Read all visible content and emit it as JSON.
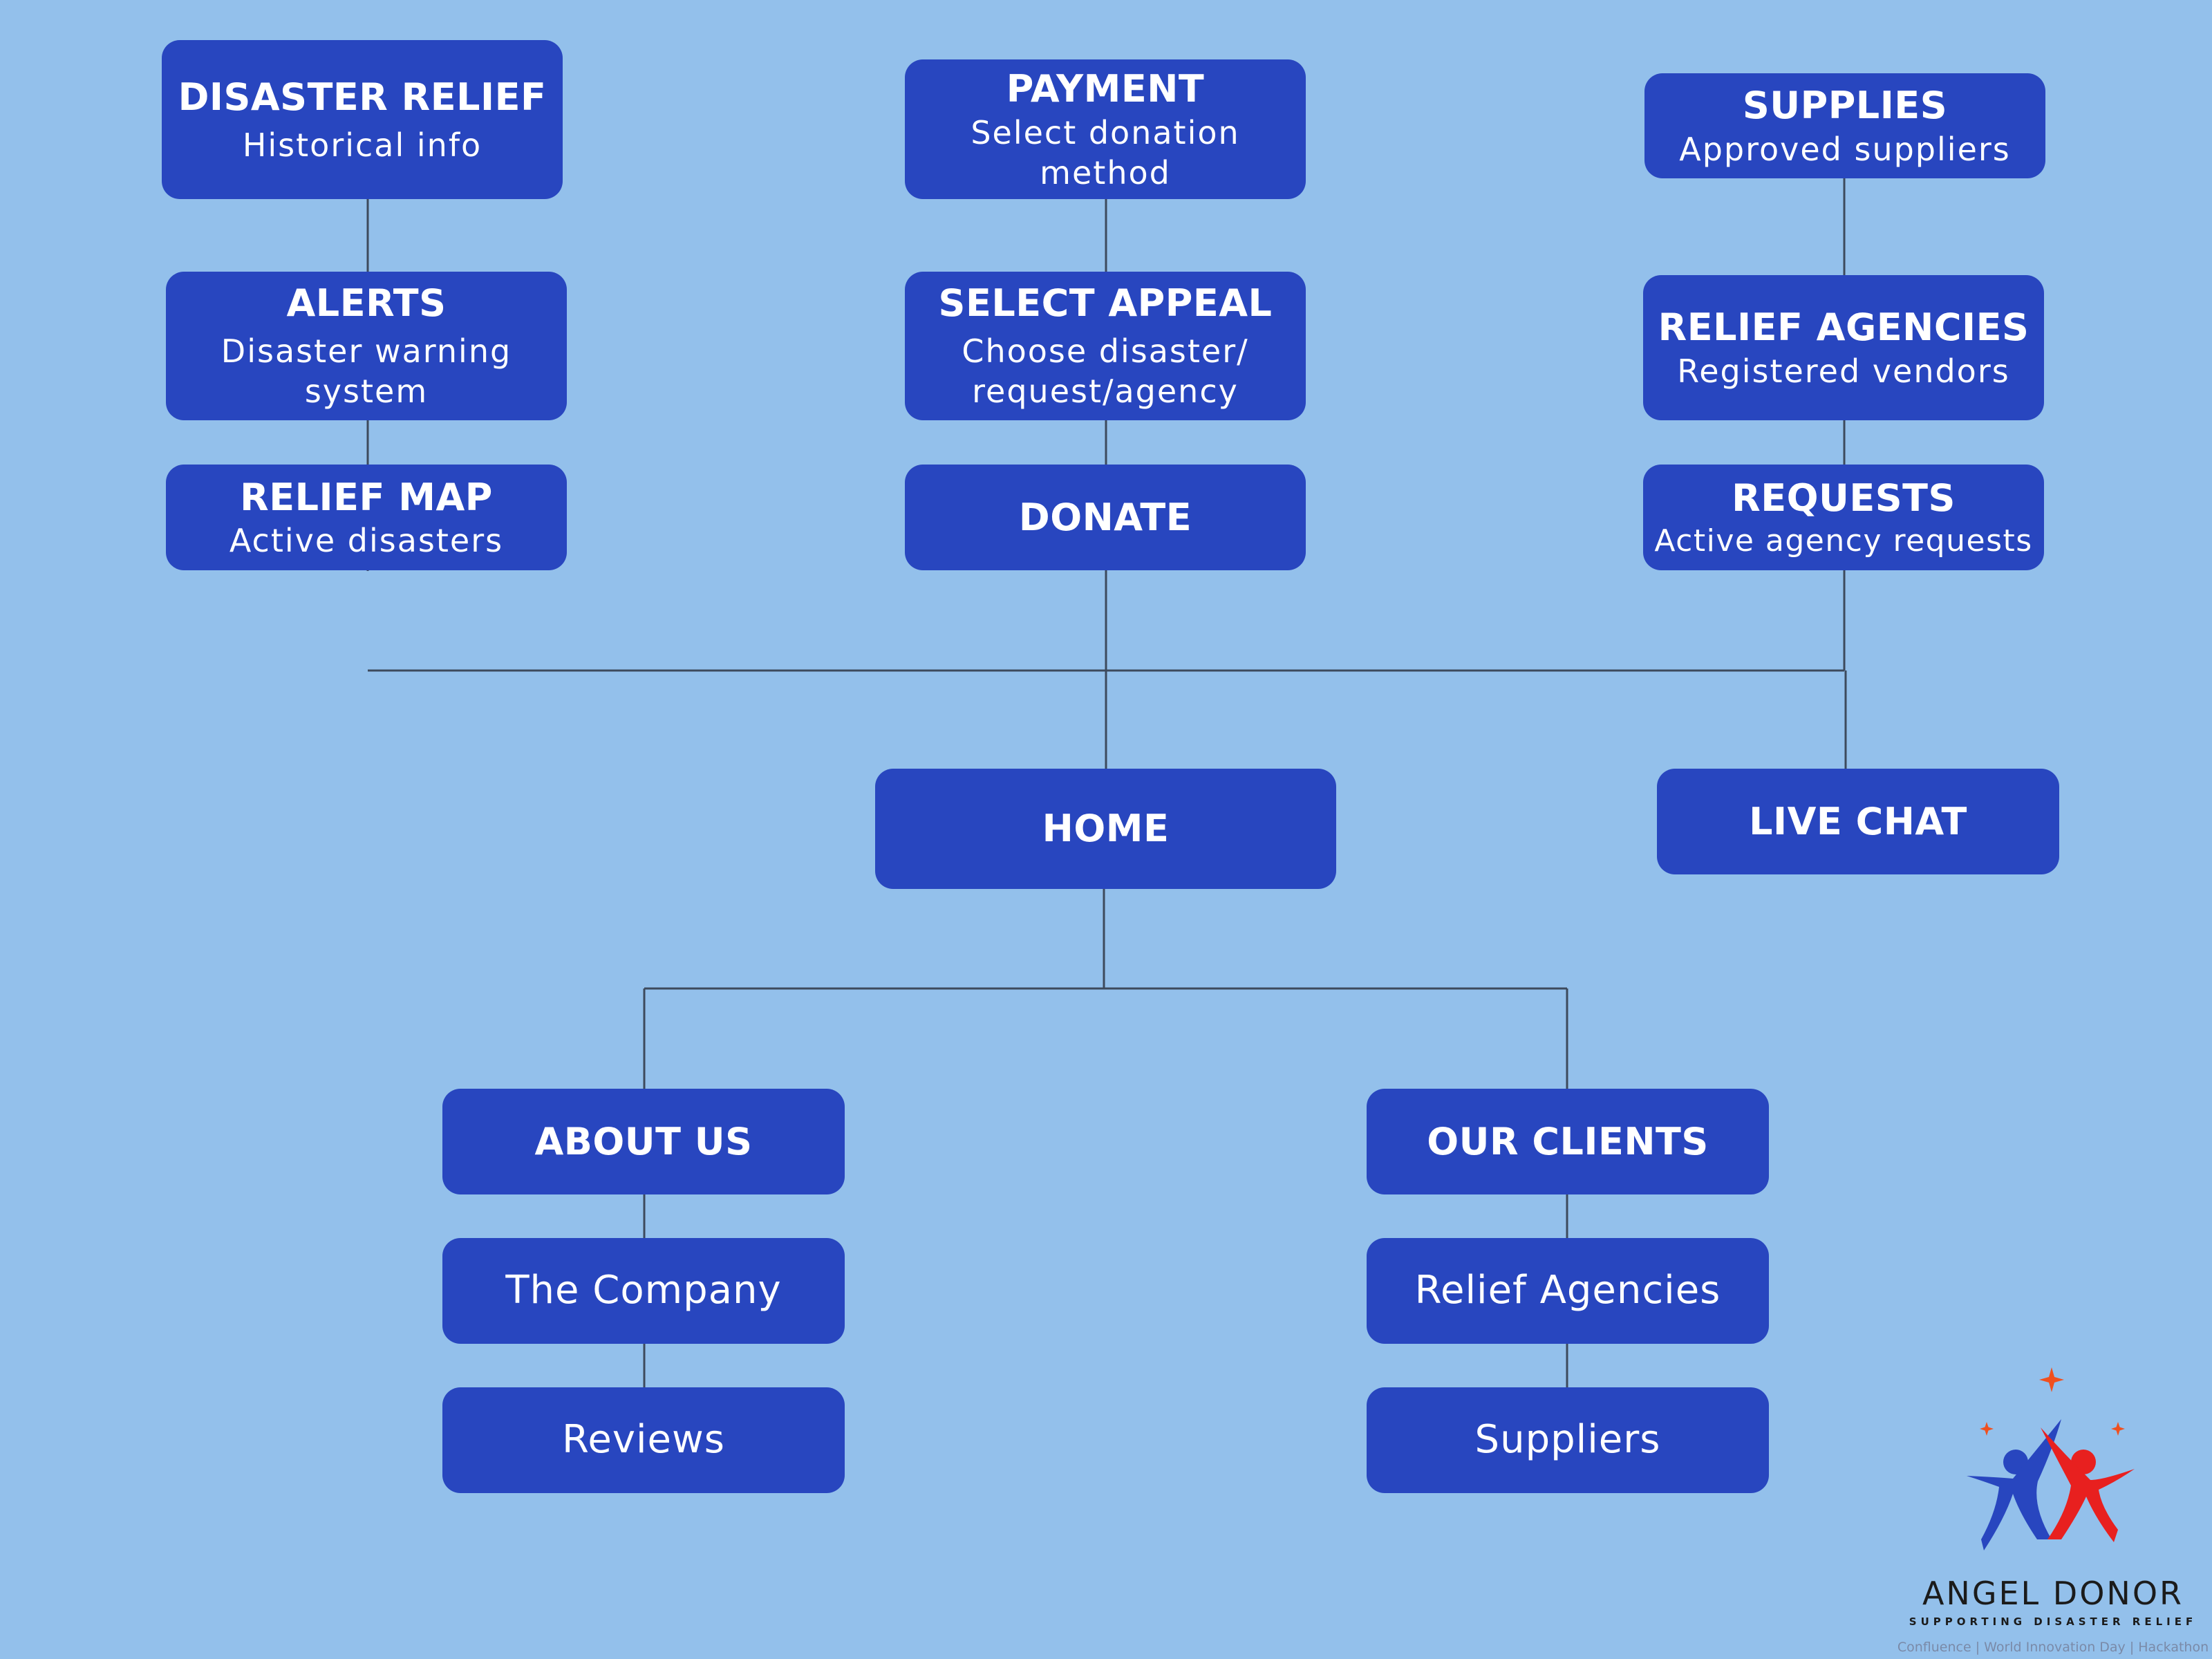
{
  "diagram": {
    "nodes": {
      "disaster_relief": {
        "title": "DISASTER RELIEF",
        "sub": "Historical info"
      },
      "alerts": {
        "title": "ALERTS",
        "sub1": "Disaster warning",
        "sub2": "system"
      },
      "relief_map": {
        "title": "RELIEF MAP",
        "sub": "Active disasters"
      },
      "payment": {
        "title": "PAYMENT",
        "sub1": "Select donation",
        "sub2": "method"
      },
      "select_appeal": {
        "title": "SELECT APPEAL",
        "sub1": "Choose disaster/",
        "sub2": "request/agency"
      },
      "donate": {
        "title": "DONATE"
      },
      "supplies": {
        "title": "SUPPLIES",
        "sub": "Approved suppliers"
      },
      "relief_agencies": {
        "title": "RELIEF AGENCIES",
        "sub": "Registered vendors"
      },
      "requests": {
        "title": "REQUESTS",
        "sub": "Active agency requests"
      },
      "home": {
        "title": "HOME"
      },
      "live_chat": {
        "title": "LIVE CHAT"
      },
      "about_us": {
        "title": "ABOUT US"
      },
      "the_company": {
        "title": "The Company"
      },
      "reviews": {
        "title": "Reviews"
      },
      "our_clients": {
        "title": "OUR CLIENTS"
      },
      "client_relief_agencies": {
        "title": "Relief Agencies"
      },
      "suppliers": {
        "title": "Suppliers"
      }
    },
    "connector_color": "#3d4a5c",
    "node_color": "#2846bf",
    "background_color": "#93c0eb"
  },
  "logo": {
    "name": "ANGEL DONOR",
    "tagline": "SUPPORTING DISASTER RELIEF",
    "footer": "Confluence | World Innovation Day | Hackathon",
    "figure_colors": {
      "left": "#2846bf",
      "right": "#e8201f",
      "stars": "#f0501e"
    }
  }
}
